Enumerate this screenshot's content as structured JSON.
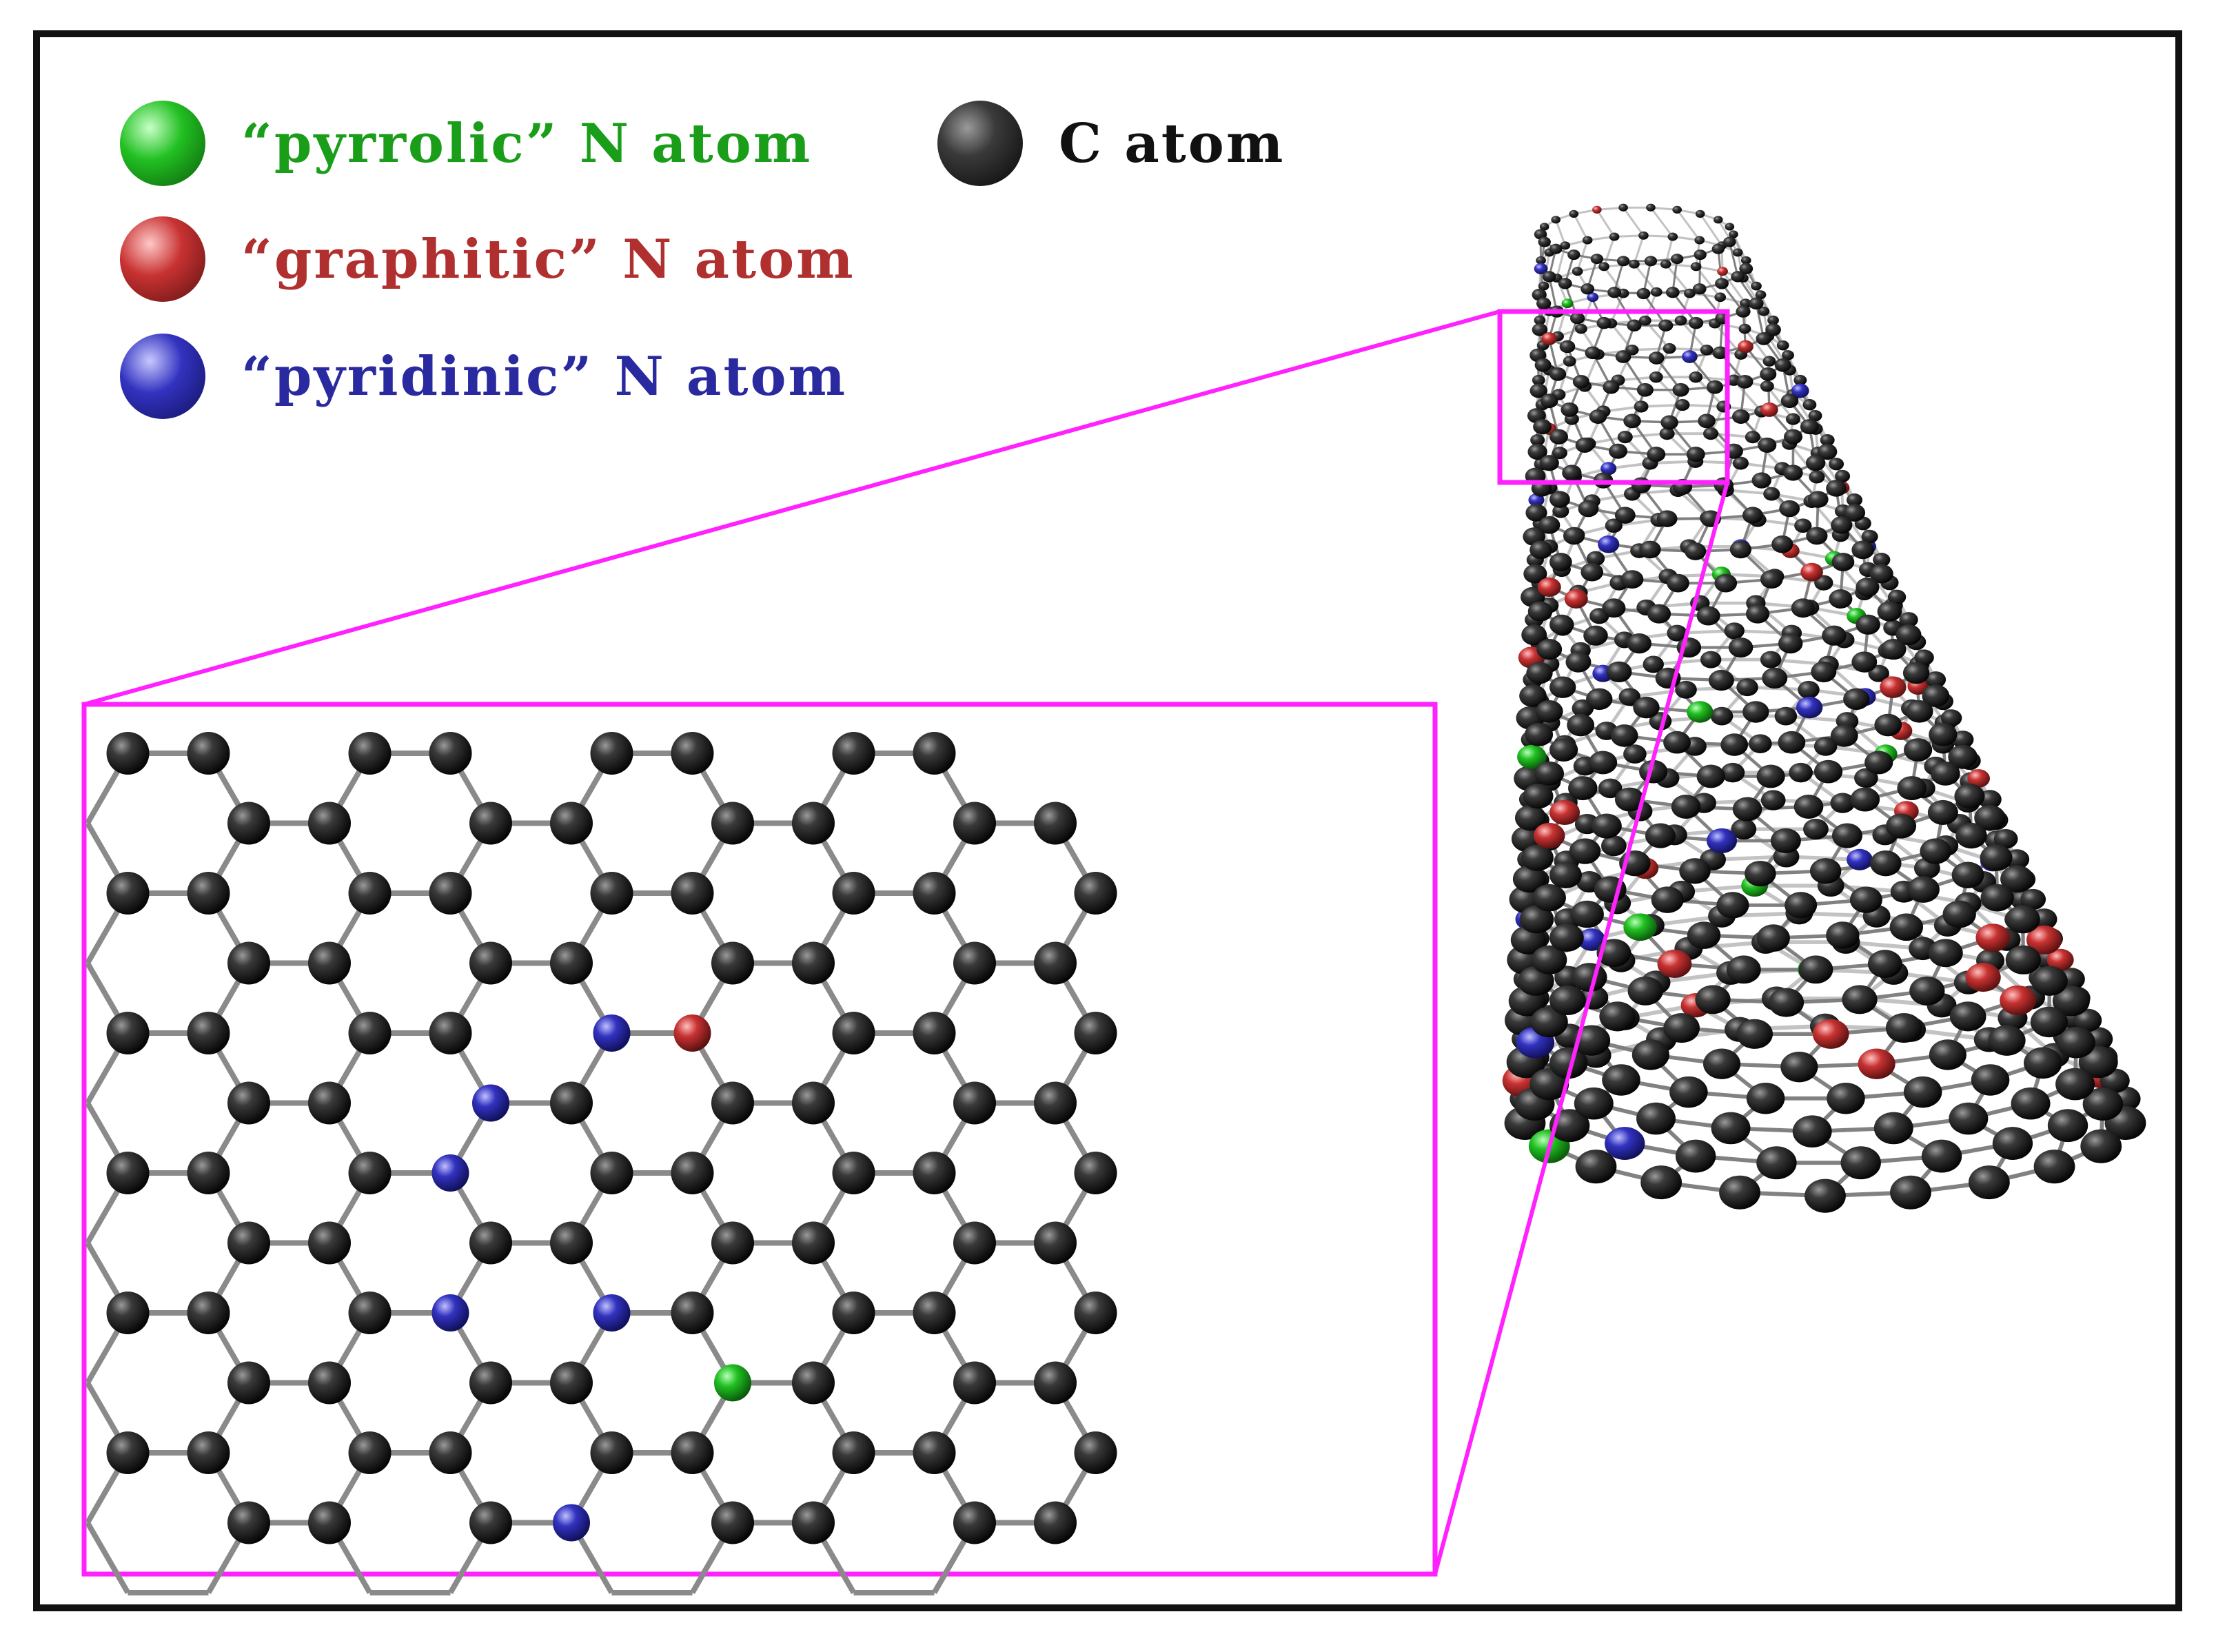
{
  "legend": {
    "items": [
      {
        "key": "pyrrolic",
        "label": "“pyrrolic” N atom",
        "color": "#1a9e1a"
      },
      {
        "key": "carbon",
        "label": "C atom",
        "color": "#111111"
      },
      {
        "key": "graphitic",
        "label": "“graphitic” N atom",
        "color": "#b03030"
      },
      {
        "key": "pyridinic",
        "label": "“pyridinic” N atom",
        "color": "#2a2aa0"
      }
    ]
  },
  "colors": {
    "carbon": "#111111",
    "pyrrolic": "#22c022",
    "graphitic": "#c83232",
    "pyridinic": "#3232c0",
    "highlight": "#ff22ff",
    "bond": "#8a8a8a",
    "frame": "#111111"
  },
  "lattice": {
    "columns": 8,
    "rows": 6,
    "vacancies": [
      [
        2,
        2
      ],
      [
        4,
        2
      ]
    ],
    "pyridinic_atoms": [
      [
        2,
        2,
        "right"
      ],
      [
        2,
        3,
        "upperright"
      ],
      [
        2,
        3,
        "lowerright"
      ],
      [
        4,
        2,
        "upperleft"
      ],
      [
        4,
        3,
        "lowerleft"
      ],
      [
        4,
        5,
        "left"
      ]
    ],
    "graphitic_atoms": [
      [
        4,
        2,
        "upperright"
      ],
      [
        3,
        7,
        "lowerright"
      ]
    ],
    "pyrrolic_atoms": [
      [
        5,
        5,
        "upperleft"
      ]
    ]
  },
  "nanotube": {
    "dopant_icons": [
      "carbon-atom-icon",
      "graphitic-n-atom-icon",
      "pyridinic-n-atom-icon",
      "pyrrolic-n-atom-icon"
    ]
  }
}
